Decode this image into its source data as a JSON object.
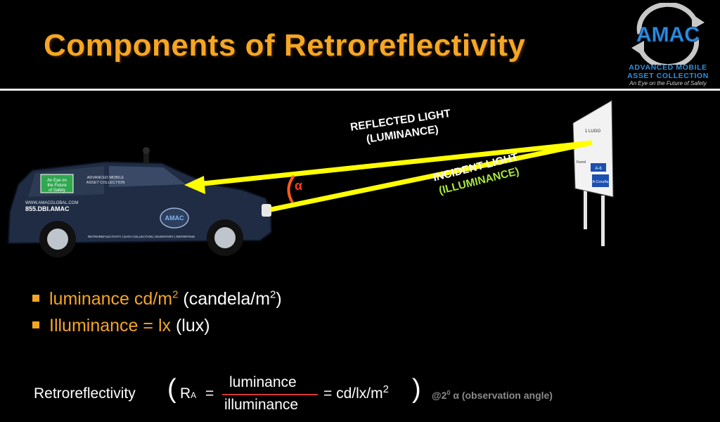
{
  "slide": {
    "title": "Components of Retroreflectivity"
  },
  "logo": {
    "mark": "AMAC",
    "line1": "ADVANCED MOBILE",
    "line2": "ASSET COLLECTION",
    "tagline": "An Eye on the Future of Safety"
  },
  "van": {
    "window_sticker": [
      "An Eye on",
      "the Future",
      "of Safety"
    ],
    "side_logo_text": [
      "ADVANCED MOBILE",
      "ASSET COLLECTION"
    ],
    "website": "WWW.AMACGLOBAL.COM",
    "phone": "855.DBI.AMAC",
    "door_logo": "AMAC",
    "services": "RETROREFLECTIVITY | DATA COLLECTION | INVENTORY | REPORTING"
  },
  "sign": {
    "text_top": "1 LUGO",
    "text_left": "Ferrol",
    "shield": "A-6",
    "text_right": "A Coruña"
  },
  "diagram": {
    "reflected_label": "REFLECTED LIGHT",
    "reflected_sub": "(LUMINANCE)",
    "incident_label": "INCIDENT LIGHT",
    "incident_sub": "(ILLUMINANCE)",
    "angle_symbol": "α",
    "beam_color": "#ffff00",
    "angle_color": "#ff3b1f"
  },
  "bullets": [
    {
      "term": "luminance cd/m",
      "sup": "2",
      "rest": "(candela/m",
      "rest_sup": "2",
      "rest_end": ")"
    },
    {
      "term": "Illuminance = lx",
      "rest": "(lux)"
    }
  ],
  "formula": {
    "label": "Retroreflectivity",
    "open_paren": "(",
    "r": "R",
    "r_sub": "A",
    "equals": "=",
    "numerator": "luminance",
    "denominator": "illuminance",
    "result": "= cd/lx/m",
    "result_sup": "2",
    "close_paren": ")",
    "note_prefix": "@2",
    "note_sup": "0",
    "note_rest": "α (observation angle)"
  },
  "colors": {
    "accent": "#f5a623",
    "background": "#000000",
    "label_green": "#a8e53a"
  }
}
